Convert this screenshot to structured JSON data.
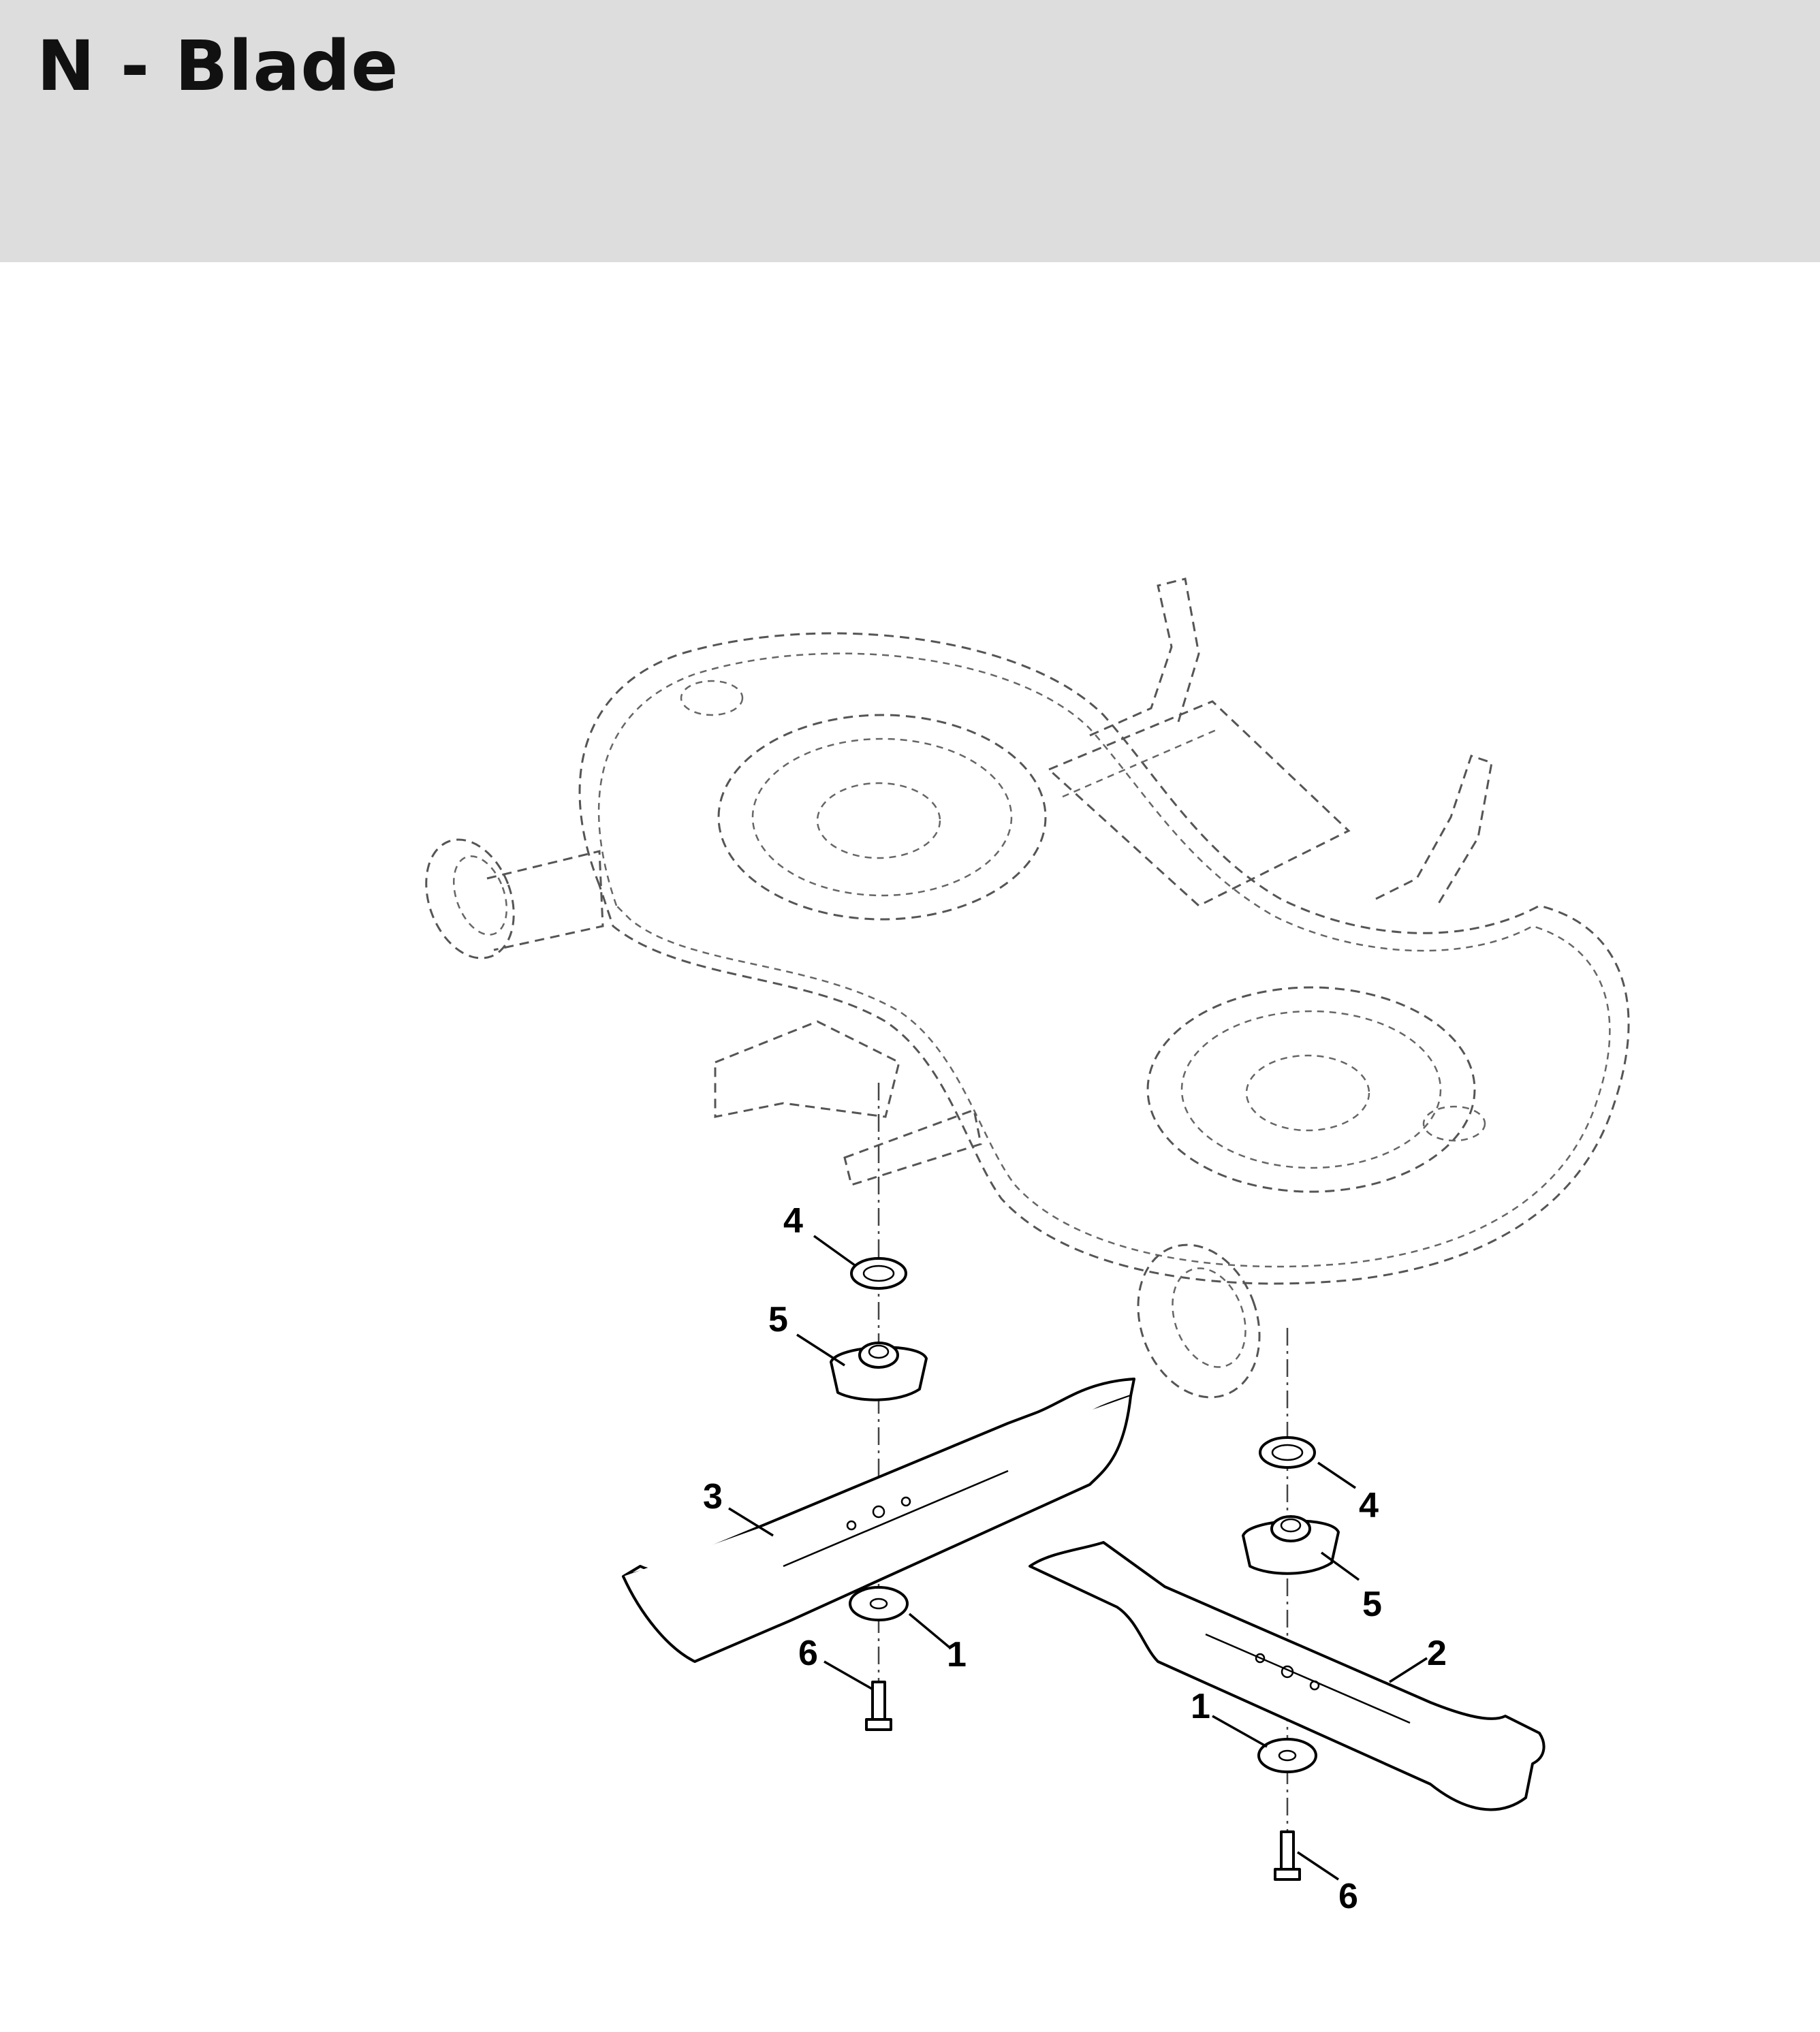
{
  "header": {
    "title": "N - Blade"
  },
  "callouts": [
    {
      "label": "4",
      "part": "washer-left"
    },
    {
      "label": "5",
      "part": "blade-adapter-left"
    },
    {
      "label": "3",
      "part": "blade-left"
    },
    {
      "label": "1",
      "part": "spring-washer-left"
    },
    {
      "label": "6",
      "part": "bolt-left"
    },
    {
      "label": "4",
      "part": "washer-right"
    },
    {
      "label": "5",
      "part": "blade-adapter-right"
    },
    {
      "label": "2",
      "part": "blade-right"
    },
    {
      "label": "1",
      "part": "spring-washer-right"
    },
    {
      "label": "6",
      "part": "bolt-right"
    }
  ],
  "colors": {
    "header_bg": "#dcdddc",
    "title": "#111111",
    "lines": "#000000",
    "ghost_lines": "#555555"
  }
}
